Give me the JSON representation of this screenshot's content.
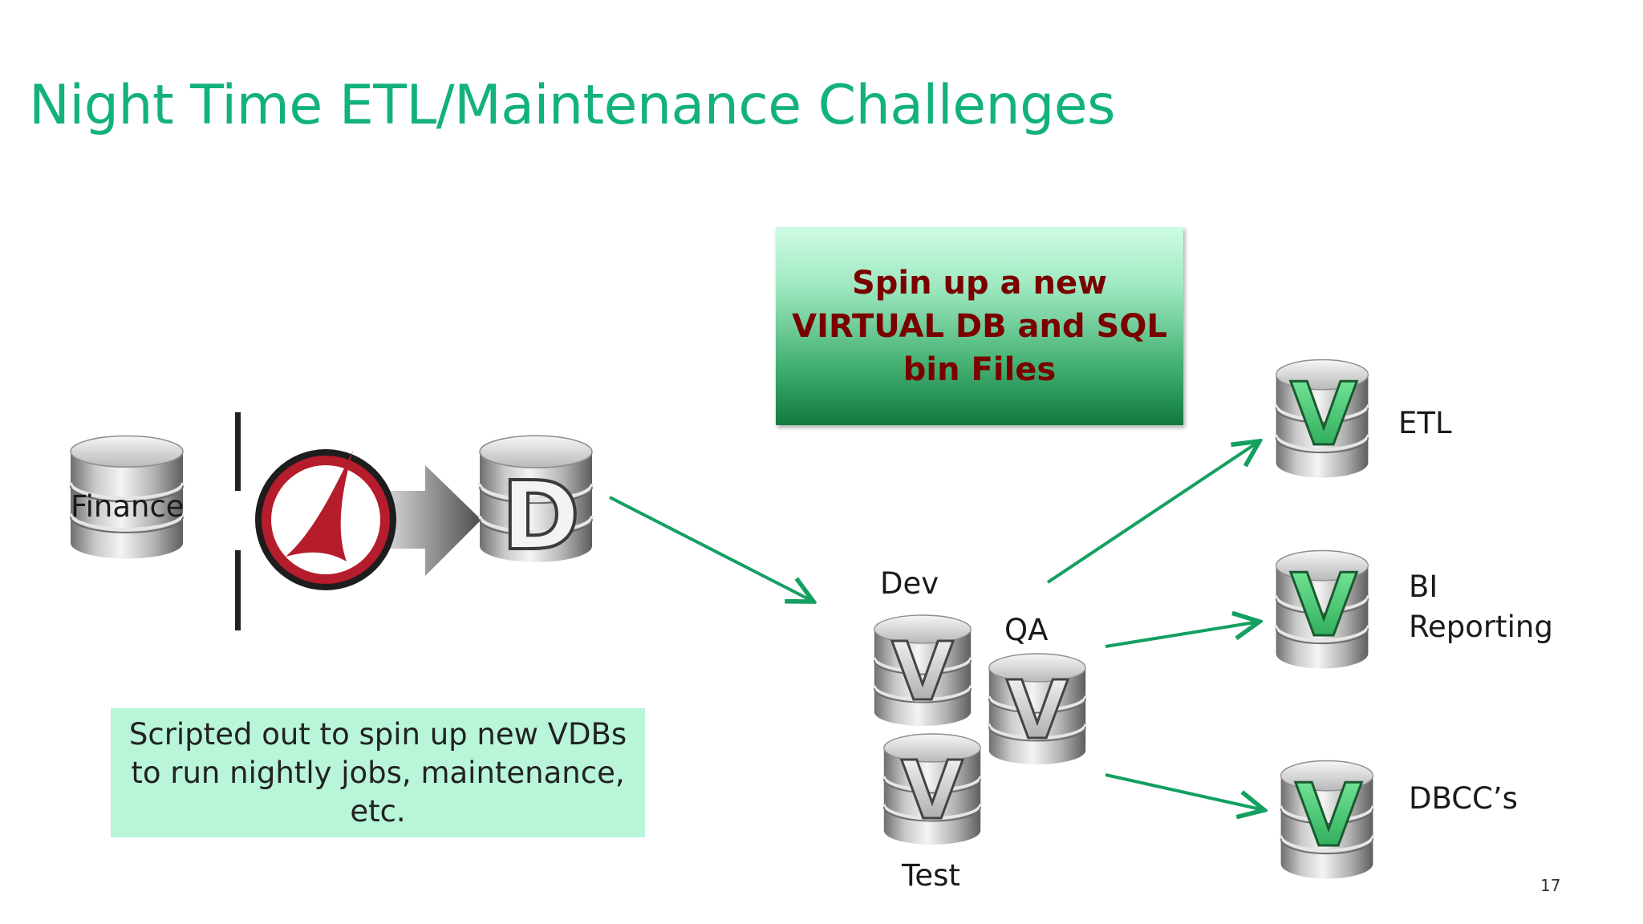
{
  "slide": {
    "title": "Night Time ETL/Maintenance Challenges",
    "page_number": "17"
  },
  "callout": {
    "line1": "Spin up a new",
    "line2": "VIRTUAL DB and SQL",
    "line3": "bin Files"
  },
  "note": {
    "line1": "Scripted out to spin up new VDBs",
    "line2": "to run nightly jobs, maintenance,",
    "line3": "etc."
  },
  "source_db": {
    "label": "Finance"
  },
  "delphix_db": {
    "letter": "D"
  },
  "vdb_letter": "V",
  "env_dbs": {
    "dev": "Dev",
    "qa": "QA",
    "test": "Test"
  },
  "targets": {
    "etl": "ETL",
    "bi_line1": "BI",
    "bi_line2": "Reporting",
    "dbcc": "DBCC’s"
  },
  "colors": {
    "title": "#12b27a",
    "arrow": "#14a060",
    "callout_text": "#7a0000",
    "v_green": "#3dcc6a",
    "delphix_red": "#b51c2c"
  }
}
